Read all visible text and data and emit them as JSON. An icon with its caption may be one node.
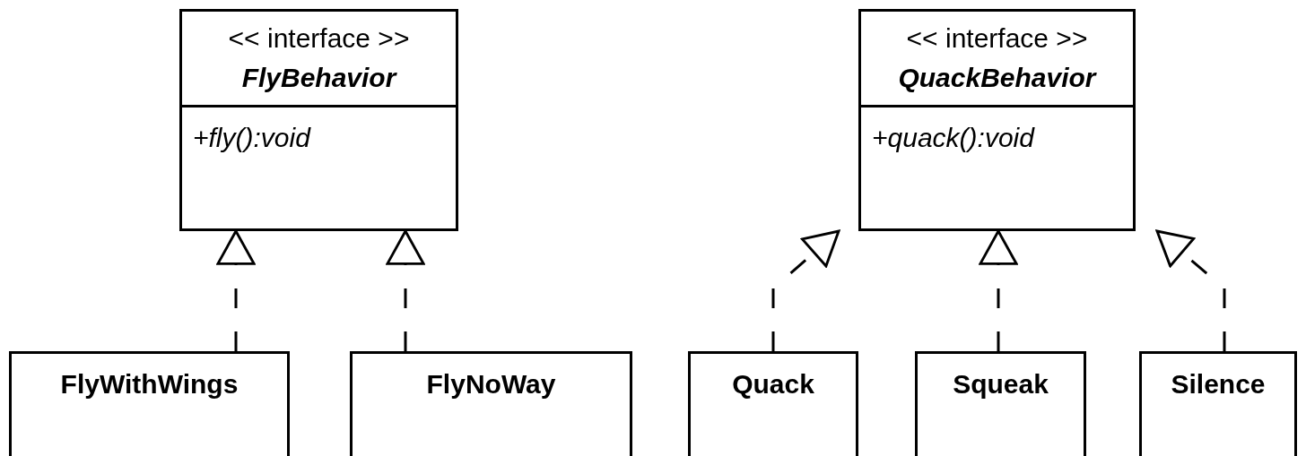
{
  "diagram": {
    "nodes": [
      {
        "text": [
          "<< interface >>",
          "FlyBehavior",
          "+fly():void"
        ]
      },
      {
        "text": [
          "<< interface >>",
          "QuackBehavior",
          "+quack():void"
        ]
      },
      {
        "text": [
          "FlyWithWings"
        ]
      },
      {
        "text": [
          "FlyNoWay"
        ]
      },
      {
        "text": [
          "Quack"
        ]
      },
      {
        "text": [
          "Squeak"
        ]
      },
      {
        "text": [
          "Silence"
        ]
      }
    ],
    "edges": [
      {
        "from": 2,
        "to": 0,
        "arrow": "to",
        "style": "dashed"
      },
      {
        "from": 3,
        "to": 0,
        "arrow": "to",
        "style": "dashed"
      },
      {
        "from": 4,
        "to": 1,
        "arrow": "to",
        "style": "dashed"
      },
      {
        "from": 5,
        "to": 1,
        "arrow": "to",
        "style": "dashed"
      },
      {
        "from": 6,
        "to": 1,
        "arrow": "to",
        "style": "dashed"
      }
    ]
  }
}
